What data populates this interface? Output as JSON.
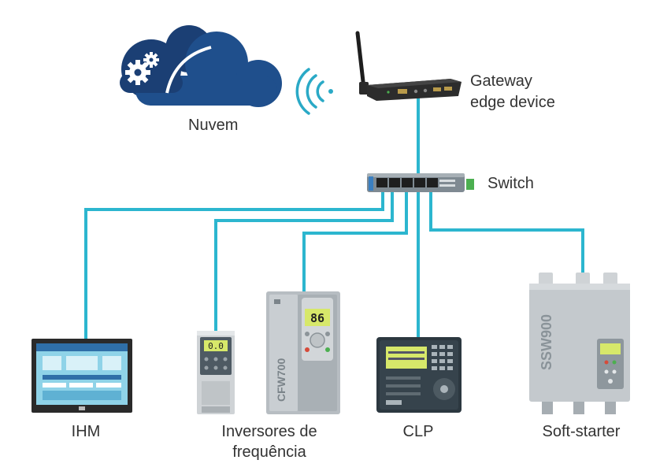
{
  "nodes": {
    "cloud": {
      "label": "Nuvem"
    },
    "gateway": {
      "line1": "Gateway",
      "line2": "edge device"
    },
    "switch": {
      "label": "Switch"
    },
    "hmi": {
      "label": "IHM"
    },
    "inverters": {
      "line1": "Inversores de",
      "line2": "frequência",
      "model": "CFW700"
    },
    "plc": {
      "label": "CLP"
    },
    "softstarter": {
      "label": "Soft-starter",
      "model": "SSW900"
    }
  },
  "displays": {
    "small_drive": "0.0",
    "cfw700": "86"
  },
  "colors": {
    "link": "#2cb6cf",
    "cloud": "#1f4f8c",
    "cloud_dark": "#1b3f74",
    "wifi": "#2aa9c6",
    "text": "#333333"
  }
}
